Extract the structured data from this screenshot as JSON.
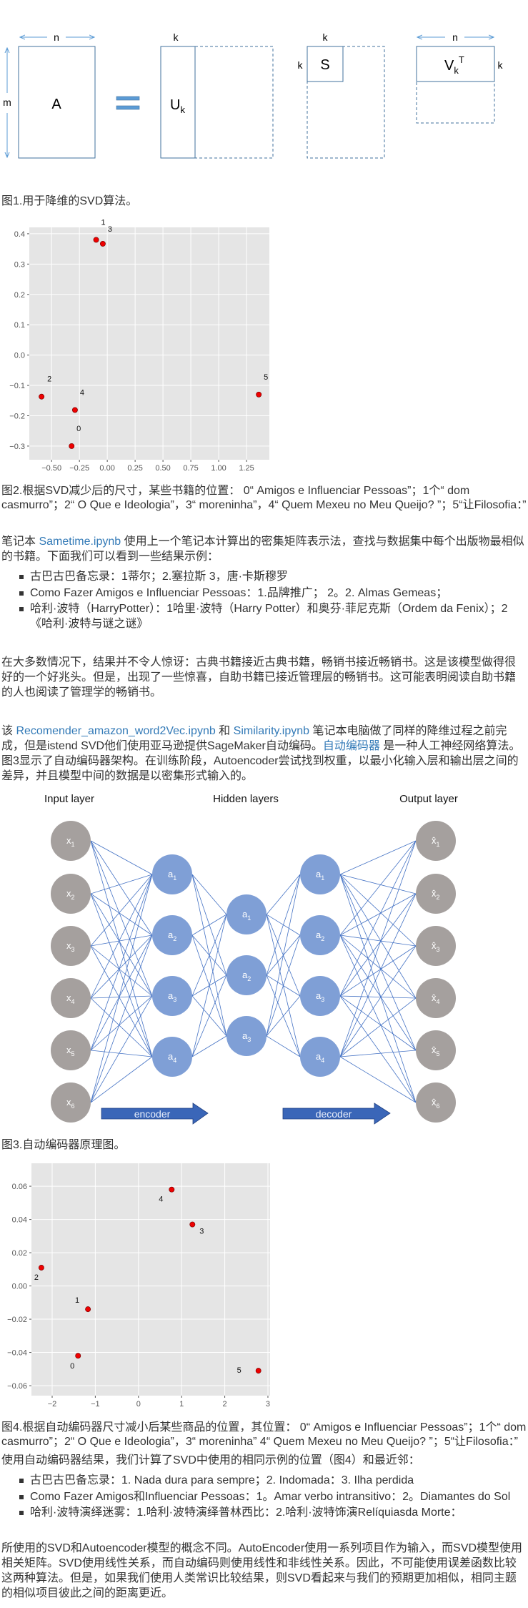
{
  "svd_diagram": {
    "n_label": "n",
    "m_label": "m",
    "a_label": "A",
    "k_label": "k",
    "u_base": "U",
    "u_sub": "k",
    "s_label": "S",
    "v_base": "V",
    "v_sub": "k",
    "v_sup": "T",
    "accent": "#5b9bd5",
    "box_color": "#41719c"
  },
  "captions": {
    "fig1": "图1.用于降维的SVD算法。",
    "fig2": "图2.根据SVD减少后的尺寸，某些书籍的位置：  0“ Amigos e Influenciar Pessoas”；1个“ dom casmurro”；2“ O Que e Ideologia”，3“ moreninha”，4“ Quem Mexeu no Meu Queijo? ”；5“让Filosofia：”",
    "fig3": "图3.自动编码器原理图。",
    "fig4": "图4.根据自动编码器尺寸减小后某些商品的位置，其位置：  0“ Amigos e Influenciar Pessoas”；1个“ dom casmurro”；2“ O Que e Ideologia”，3“ moreninha” 4“ Quem Mexeu no Meu Queijo? ”；5“让Filosofia：”"
  },
  "para1": {
    "pre": "笔记本 ",
    "link": "Sametime.ipynb",
    "post": " 使用上一个笔记本计算出的密集矩阵表示法，查找与数据集中每个出版物最相似的书籍。下面我们可以看到一些结果示例："
  },
  "svd_results": [
    "古巴古巴备忘录：1蒂尔；2.塞拉斯 3，唐·卡斯穆罗",
    "Como Fazer Amigos e Influenciar Pessoas：1.品牌推广；  2。2. Almas Gemeas；",
    "哈利·波特（HarryPotter）：1哈里·波特（Harry Potter）和奥芬·菲尼克斯（Ordem da Fenix）；2《哈利·波特与谜之谜》"
  ],
  "para2": "在大多数情况下，结果并不令人惊讶：古典书籍接近古典书籍，畅销书接近畅销书。这是该模型做得很好的一个好兆头。但是，出现了一些惊喜，自助书籍已接近管理层的畅销书。这可能表明阅读自助书籍的人也阅读了管理学的畅销书。",
  "para3": {
    "t1": "该 ",
    "link1": "Recomender_amazon_word2Vec.ipynb",
    "t2": " 和 ",
    "link2": "Similarity.ipynb",
    "t3": "  笔记本电脑做了同样的降维过程之前完成，但是istend SVD他们使用亚马逊提供SageMaker自动编码。",
    "link3": "自动编码器",
    "t4": " 是一种人工神经网络算法。图3显示了自动编码器架构。在训练阶段，Autoencoder尝试找到权重，以最小化输入层和输出层之间的差异，并且模型中间的数据是以密集形式输入的。"
  },
  "network": {
    "input_title": "Input layer",
    "hidden_title": "Hidden layers",
    "output_title": "Output layer",
    "encoder_label": "encoder",
    "decoder_label": "decoder",
    "layers": [
      {
        "kind": "input",
        "base": "x",
        "subs": [
          "1",
          "2",
          "3",
          "4",
          "5",
          "6"
        ]
      },
      {
        "kind": "hidden",
        "base": "a",
        "subs": [
          "1",
          "2",
          "3",
          "4"
        ]
      },
      {
        "kind": "hidden",
        "base": "a",
        "subs": [
          "1",
          "2",
          "3"
        ]
      },
      {
        "kind": "hidden",
        "base": "a",
        "subs": [
          "1",
          "2",
          "3",
          "4"
        ]
      },
      {
        "kind": "output",
        "base": "x̂",
        "subs": [
          "1",
          "2",
          "3",
          "4",
          "5",
          "6"
        ]
      }
    ],
    "gray": "#a5a09e",
    "blue": "#7f9fd6",
    "edge": "#4472c4",
    "arrow": "#3a66b8"
  },
  "para4": "使用自动编码器结果，我们计算了SVD中使用的相同示例的位置（图4）和最近邻：",
  "ae_results": [
    "古巴古巴备忘录：1. Nada dura para sempre；2. Indomada：3. Ilha perdida",
    "Como Fazer Amigos和Influenciar Pessoas：1。Amar verbo intransitivo：2。Diamantes do Sol",
    "哈利·波特演绎迷雾：1.哈利·波特演绎普林西比：2.哈利·波特饰演Relíquiasda Morte："
  ],
  "para5": "所使用的SVD和Autoencoder模型的概念不同。AutoEncoder使用一系列项目作为输入，而SVD模型使用相关矩阵。SVD使用线性关系，而自动编码则使用线性和非线性关系。因此，不可能使用误差函数比较这两种算法。但是，如果我们使用人类常识比较结果，则SVD看起来与我们的预期更加相似，相同主题的相似项目彼此之间的距离更近。",
  "chart_data": [
    {
      "type": "scatter",
      "title": "",
      "xlabel": "",
      "ylabel": "",
      "xlim": [
        -0.7,
        1.455
      ],
      "ylim": [
        -0.345,
        0.421
      ],
      "xticks": [
        -0.5,
        -0.25,
        0,
        0.25,
        0.5,
        0.75,
        1,
        1.25
      ],
      "xtick_labels": [
        "−0.50",
        "−0.25",
        "0.00",
        "0.25",
        "0.50",
        "0.75",
        "1.00",
        "1.25"
      ],
      "yticks": [
        -0.3,
        -0.2,
        -0.1,
        0,
        0.1,
        0.2,
        0.3,
        0.4
      ],
      "ytick_labels": [
        "−0.3",
        "−0.2",
        "−0.1",
        "0.0",
        "0.1",
        "0.2",
        "0.3",
        "0.4"
      ],
      "grid": true,
      "points": [
        {
          "label": "0",
          "x": -0.32,
          "y": -0.3
        },
        {
          "label": "1",
          "x": -0.1,
          "y": 0.38
        },
        {
          "label": "2",
          "x": -0.59,
          "y": -0.137
        },
        {
          "label": "3",
          "x": -0.04,
          "y": 0.367
        },
        {
          "label": "4",
          "x": -0.29,
          "y": -0.181
        },
        {
          "label": "5",
          "x": 1.36,
          "y": -0.13
        }
      ]
    },
    {
      "type": "scatter",
      "title": "",
      "xlabel": "",
      "ylabel": "",
      "xlim": [
        -2.48,
        3.05
      ],
      "ylim": [
        -0.066,
        0.0738
      ],
      "xticks": [
        -2,
        -1,
        0,
        1,
        2,
        3
      ],
      "xtick_labels": [
        "−2",
        "−1",
        "0",
        "1",
        "2",
        "3"
      ],
      "yticks": [
        -0.06,
        -0.04,
        -0.02,
        0,
        0.02,
        0.04,
        0.06
      ],
      "ytick_labels": [
        "−0.06",
        "−0.04",
        "−0.02",
        "0.00",
        "0.02",
        "0.04",
        "0.06"
      ],
      "grid": true,
      "points": [
        {
          "label": "0",
          "x": -1.4,
          "y": -0.042
        },
        {
          "label": "1",
          "x": -1.17,
          "y": -0.014
        },
        {
          "label": "2",
          "x": -2.25,
          "y": 0.011
        },
        {
          "label": "3",
          "x": 1.25,
          "y": 0.037
        },
        {
          "label": "4",
          "x": 0.77,
          "y": 0.058
        },
        {
          "label": "5",
          "x": 2.78,
          "y": -0.051
        }
      ]
    }
  ]
}
